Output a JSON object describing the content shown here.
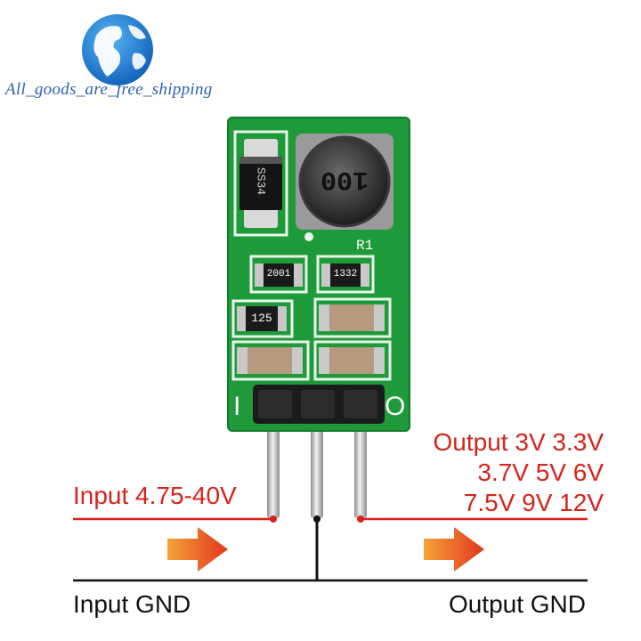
{
  "watermark": {
    "text": "All_goods_are_free_shipping",
    "logo_icon": "globe-icon"
  },
  "board": {
    "diode_marking": "SS34",
    "inductor_marking": "100",
    "ref_designator": "R1",
    "resistors": [
      "2001",
      "1332",
      "125"
    ],
    "pin_labels": [
      "I",
      "O"
    ]
  },
  "labels": {
    "input_voltage": "Input 4.75-40V",
    "output_lines": [
      "Output 3V 3.3V",
      "3.7V 5V 6V",
      "7.5V 9V 12V"
    ],
    "input_gnd": "Input GND",
    "output_gnd": "Output GND"
  },
  "colors": {
    "pcb_green": "#1f9a3a",
    "label_red": "#d6231c",
    "arrow_orange": "#f26a22",
    "logo_blue": "#1f78d1"
  }
}
